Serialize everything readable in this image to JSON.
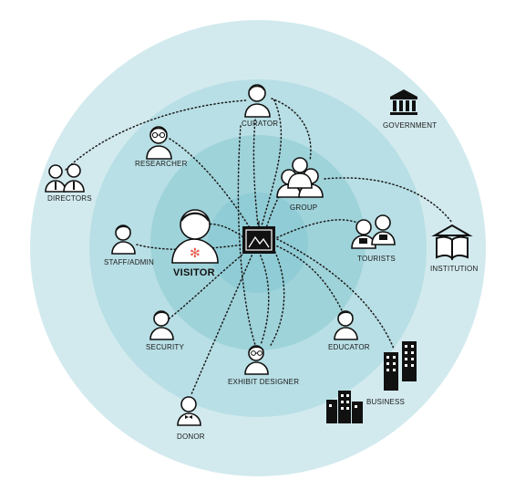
{
  "colors": {
    "ring_outer": "#d2eaee",
    "ring_mid": "#b8dfe5",
    "ring_inner": "#9fd3da",
    "core": "#8ccbd3",
    "ink": "#111111",
    "accent": "#e45a4a"
  },
  "center": {
    "icon": "framed-picture-icon"
  },
  "nodes": {
    "visitor": {
      "label": "VISITOR",
      "icon": "visitor-icon"
    },
    "curator": {
      "label": "CURATOR",
      "icon": "person-icon"
    },
    "researcher": {
      "label": "RESEARCHER",
      "icon": "person-glasses-icon"
    },
    "directors": {
      "label": "DIRECTORS",
      "icon": "directors-icon"
    },
    "government": {
      "label": "GOVERNMENT",
      "icon": "government-building-icon"
    },
    "group": {
      "label": "GROUP",
      "icon": "group-icon"
    },
    "staff_admin": {
      "label": "STAFF/ADMIN",
      "icon": "person-icon"
    },
    "tourists": {
      "label": "TOURISTS",
      "icon": "tourists-camera-icon"
    },
    "institution": {
      "label": "INSTITUTION",
      "icon": "open-book-institution-icon"
    },
    "security": {
      "label": "SECURITY",
      "icon": "person-icon"
    },
    "educator": {
      "label": "EDUCATOR",
      "icon": "person-icon"
    },
    "exhibit_designer": {
      "label": "EXHIBIT DESIGNER",
      "icon": "person-glasses-icon"
    },
    "business": {
      "label": "BUSINESS",
      "icon": "city-buildings-icon"
    },
    "donor": {
      "label": "DONOR",
      "icon": "person-bowtie-icon"
    }
  }
}
